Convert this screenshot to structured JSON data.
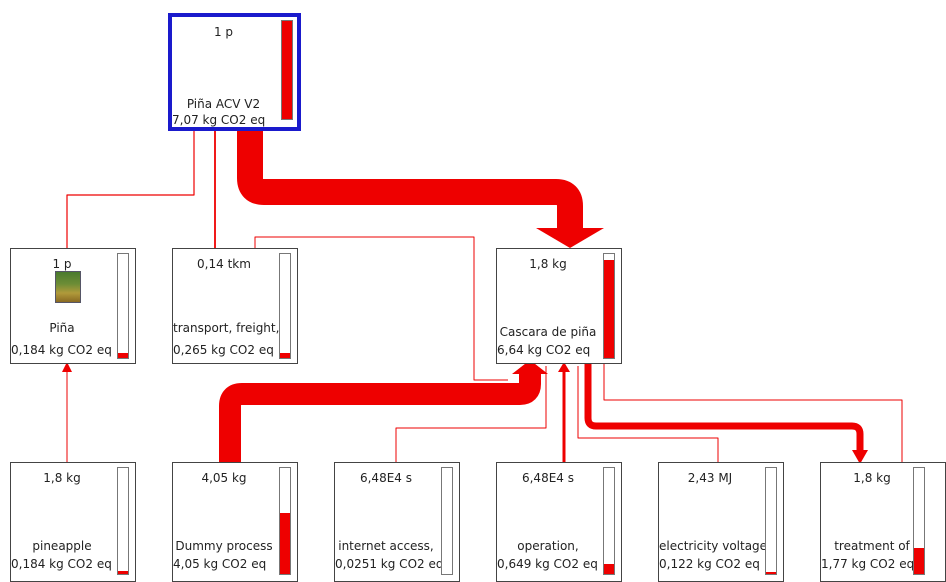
{
  "colors": {
    "flow": "#ee0000",
    "root_border": "#1a1acc",
    "meter_fill": "#ee0000"
  },
  "nodes": [
    {
      "key": "root",
      "amount": "1 p",
      "name": "Piña ACV V2",
      "impact": "7,07 kg CO2 eq",
      "share": 1.0
    },
    {
      "key": "pina",
      "amount": "1 p",
      "name": "Piña",
      "impact": "0,184 kg CO2 eq",
      "share": 0.06,
      "icon": "pineapple-photo-icon"
    },
    {
      "key": "transport",
      "amount": "0,14 tkm",
      "name": "transport, freight,",
      "impact": "0,265 kg CO2 eq",
      "share": 0.06
    },
    {
      "key": "cascara",
      "amount": "1,8 kg",
      "name": "Cascara de piña",
      "impact": "6,64 kg CO2 eq",
      "share": 0.94
    },
    {
      "key": "pineapple",
      "amount": "1,8 kg",
      "name": "pineapple",
      "impact": "0,184 kg CO2 eq",
      "share": 0.03
    },
    {
      "key": "dummy",
      "amount": "4,05 kg",
      "name": "Dummy process",
      "impact": "4,05 kg CO2 eq",
      "share": 0.58
    },
    {
      "key": "internet",
      "amount": "6,48E4 s",
      "name": "internet access,",
      "impact": "0,0251 kg CO2 eq",
      "share": 0.0
    },
    {
      "key": "operation",
      "amount": "6,48E4 s",
      "name": "operation,",
      "impact": "0,649 kg CO2 eq",
      "share": 0.09
    },
    {
      "key": "electric",
      "amount": "2,43 MJ",
      "name": "electricity voltage",
      "impact": "0,122 kg CO2 eq",
      "share": 0.02
    },
    {
      "key": "treatment",
      "amount": "1,8 kg",
      "name": "treatment of",
      "impact": "1,77 kg CO2 eq",
      "share": 0.25
    }
  ]
}
